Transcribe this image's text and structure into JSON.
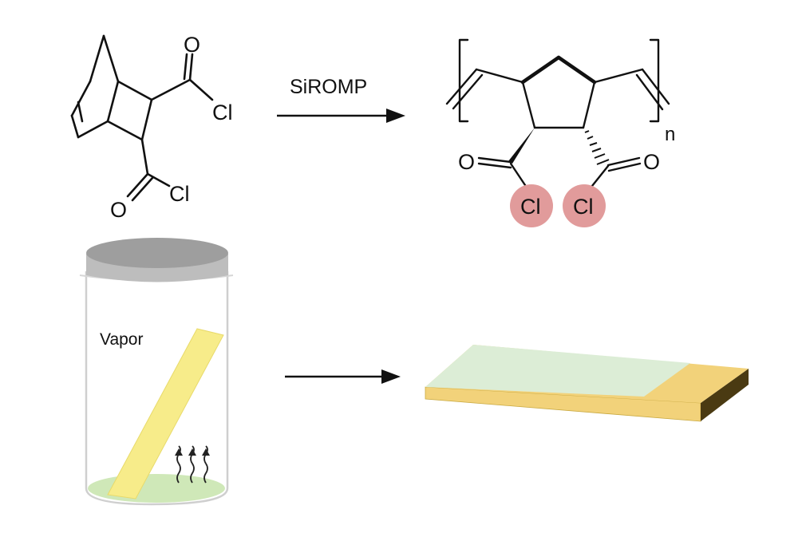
{
  "monomer": {
    "atom_o_top": "O",
    "atom_cl_right": "Cl",
    "atom_o_bottom": "O",
    "atom_cl_bottom": "Cl"
  },
  "reaction": {
    "label": "SiROMP"
  },
  "polymer": {
    "atom_o_left": "O",
    "atom_o_right": "O",
    "atom_cl_left": "Cl",
    "atom_cl_right": "Cl",
    "repeat_subscript": "n"
  },
  "vapor_jar": {
    "label": "Vapor"
  },
  "colors": {
    "chlorine_highlight": "#e19b9b",
    "jar_lid": "#bdbdbd",
    "strip_yellow": "#f7ec8a",
    "vapor_liquid": "#cfe8b8",
    "coated_film": "#dcedd6",
    "substrate_gold": "#f2d27a",
    "substrate_edge": "#4a3a12"
  }
}
